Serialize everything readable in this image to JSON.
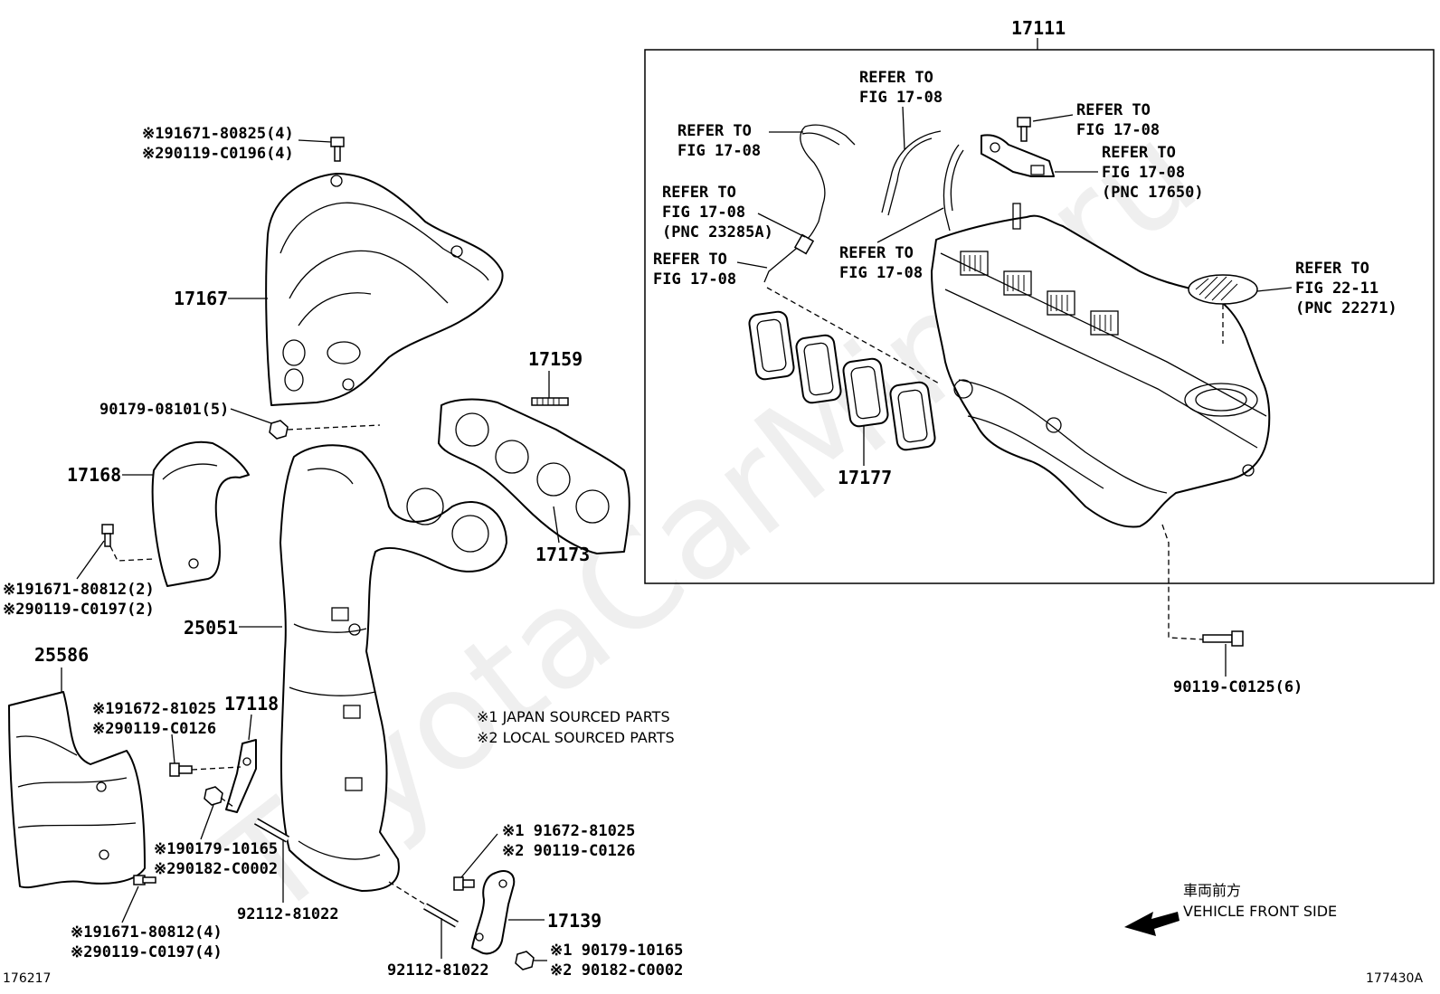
{
  "parts": {
    "p17111": "17111",
    "p17167": "17167",
    "p17159": "17159",
    "p17168": "17168",
    "p17173": "17173",
    "p17177": "17177",
    "p25051": "25051",
    "p25586": "25586",
    "p17118": "17118",
    "p17139": "17139"
  },
  "refs": {
    "r1_a": "REFER TO",
    "r1_b": "FIG 17-08",
    "r2_a": "REFER TO",
    "r2_b": "FIG 17-08",
    "r3_a": "REFER TO",
    "r3_b": "FIG 17-08",
    "r3_c": "(PNC 23285A)",
    "r4_a": "REFER TO",
    "r4_b": "FIG 17-08",
    "r5_a": "REFER TO",
    "r5_b": "FIG 17-08",
    "r6_a": "REFER TO",
    "r6_b": "FIG 17-08",
    "r7_a": "REFER TO",
    "r7_b": "FIG 17-08",
    "r7_c": "(PNC 17650)",
    "r8_a": "REFER TO",
    "r8_b": "FIG 22-11",
    "r8_c": "(PNC 22271)"
  },
  "fasteners": {
    "f1_a": "※191671-80825(4)",
    "f1_b": "※290119-C0196(4)",
    "f2": "90179-08101(5)",
    "f3_a": "※191671-80812(2)",
    "f3_b": "※290119-C0197(2)",
    "f4_a": "※191672-81025",
    "f4_b": "※290119-C0126",
    "f5_a": "※190179-10165",
    "f5_b": "※290182-C0002",
    "f6": "92112-81022",
    "f7_a": "※191671-80812(4)",
    "f7_b": "※290119-C0197(4)",
    "f8": "92112-81022",
    "f9_a": "※1 91672-81025",
    "f9_b": "※2 90119-C0126",
    "f10_a": "※1 90179-10165",
    "f10_b": "※2 90182-C0002",
    "f11": "90119-C0125(6)"
  },
  "notes": {
    "n1": "※1 JAPAN SOURCED PARTS",
    "n2": "※2 LOCAL SOURCED PARTS",
    "front_jp": "車両前方",
    "front_en": "VEHICLE FRONT SIDE"
  },
  "corner": {
    "left": "176217",
    "right": "177430A"
  },
  "watermark": "ToyotaCarMine.ru"
}
